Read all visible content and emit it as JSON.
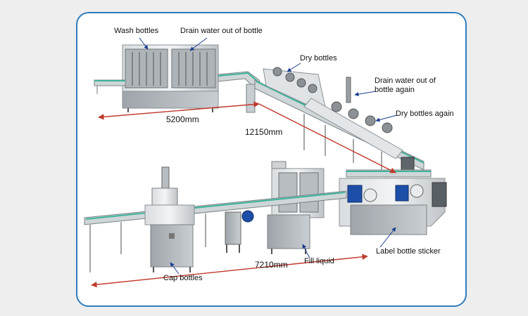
{
  "diagram": {
    "labels": {
      "wash_bottles": "Wash bottles",
      "drain_water": "Drain water out of bottle",
      "dry_bottles": "Dry bottles",
      "drain_water_again_line1": "Drain water out of",
      "drain_water_again_line2": "bottle again",
      "dry_bottles_again": "Dry bottles again",
      "label_bottle_sticker": "Label bottle sticker",
      "fill_liquid": "Fill liquid",
      "cap_bottles": "Cap bottles"
    },
    "dimensions": {
      "top_line_length": "5200mm",
      "diagonal_length": "12150mm",
      "bottom_line_length": "7210mm"
    },
    "colors": {
      "frame_border": "#2f7cc1",
      "dimension_line": "#c0392b",
      "callout_line": "#1a3c8f"
    }
  }
}
